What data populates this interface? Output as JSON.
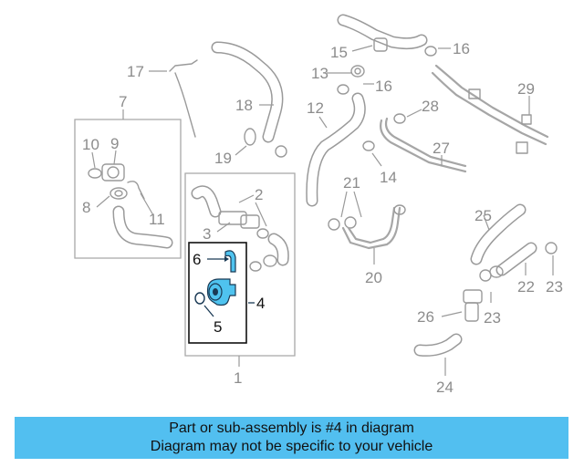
{
  "diagram": {
    "callouts": {
      "c1": "1",
      "c2": "2",
      "c3": "3",
      "c4": "4",
      "c5": "5",
      "c6": "6",
      "c7": "7",
      "c8": "8",
      "c9": "9",
      "c10": "10",
      "c11": "11",
      "c12": "12",
      "c13": "13",
      "c14": "14",
      "c15": "15",
      "c16a": "16",
      "c16b": "16",
      "c17": "17",
      "c18": "18",
      "c19": "19",
      "c20": "20",
      "c21": "21",
      "c22": "22",
      "c23a": "23",
      "c23b": "23",
      "c24": "24",
      "c25": "25",
      "c26": "26",
      "c27": "27",
      "c28": "28",
      "c29": "29"
    },
    "highlight_color": "#4fc3ef"
  },
  "banner": {
    "line1": "Part or sub-assembly is #4 in diagram",
    "line2": "Diagram may not be specific to your vehicle",
    "background": "#52bff0"
  }
}
